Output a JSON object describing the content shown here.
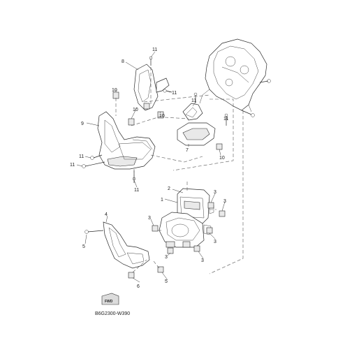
{
  "callouts": {
    "p1": "1",
    "p2": "2",
    "p3a": "3",
    "p3b": "3",
    "p3c": "3",
    "p3d": "3",
    "p3e": "3",
    "p3f": "3",
    "p4": "4",
    "p5a": "5",
    "p5b": "5",
    "p6": "6",
    "p7": "7",
    "p8": "8",
    "p9": "9",
    "p10a": "10",
    "p10b": "10",
    "p10c": "10",
    "p10d": "10",
    "p11a": "11",
    "p11b": "11",
    "p11c": "11",
    "p11d": "11",
    "p11e": "11",
    "p11f": "11",
    "p11g": "11"
  },
  "fwd_badge": "FWD",
  "diagram_code": "B6G2300-W390"
}
